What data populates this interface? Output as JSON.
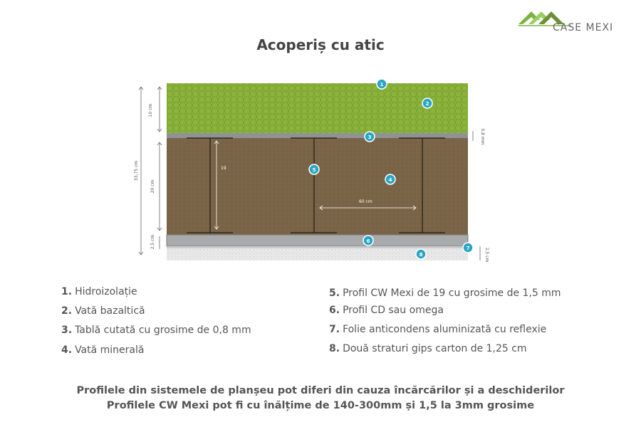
{
  "brand": {
    "name": "CASE MEXI"
  },
  "title": "Acoperiș cu atic",
  "diagram": {
    "dimensions": {
      "total": "33,75 cm",
      "insulation_top": "10 cm",
      "insulation_middle": "20 cm",
      "bottom": "2,5 cm",
      "sheet": "0,8 mm",
      "gypsum": "2,5 cm",
      "spacing": "60 cm",
      "profile": "19"
    },
    "markers": [
      "1",
      "2",
      "3",
      "4",
      "5",
      "6",
      "7",
      "8"
    ]
  },
  "legend": [
    {
      "num": "1.",
      "text": "Hidroizolație"
    },
    {
      "num": "2.",
      "text": "Vată bazaltică"
    },
    {
      "num": "3.",
      "text": "Tablă cutată cu grosime de 0,8 mm"
    },
    {
      "num": "4.",
      "text": "Vată minerală"
    },
    {
      "num": "5.",
      "text": "Profil CW Mexi de 19 cu grosime de 1,5 mm"
    },
    {
      "num": "6.",
      "text": "Profil CD sau omega"
    },
    {
      "num": "7.",
      "text": "Folie anticondens aluminizată cu reflexie"
    },
    {
      "num": "8.",
      "text": "Două straturi gips carton de 1,25 cm"
    }
  ],
  "notes": [
    "Profilele din sistemele de planșeu pot diferi din cauza încărcărilor și a deschiderilor",
    "Profilele CW Mexi pot fi cu înălțime de 140-300mm și 1,5 la 3mm grosime"
  ],
  "colors": {
    "green": "#8cb43c",
    "brown": "#7a6447",
    "marker": "#2aa6c4",
    "steel": "#8f9396"
  }
}
